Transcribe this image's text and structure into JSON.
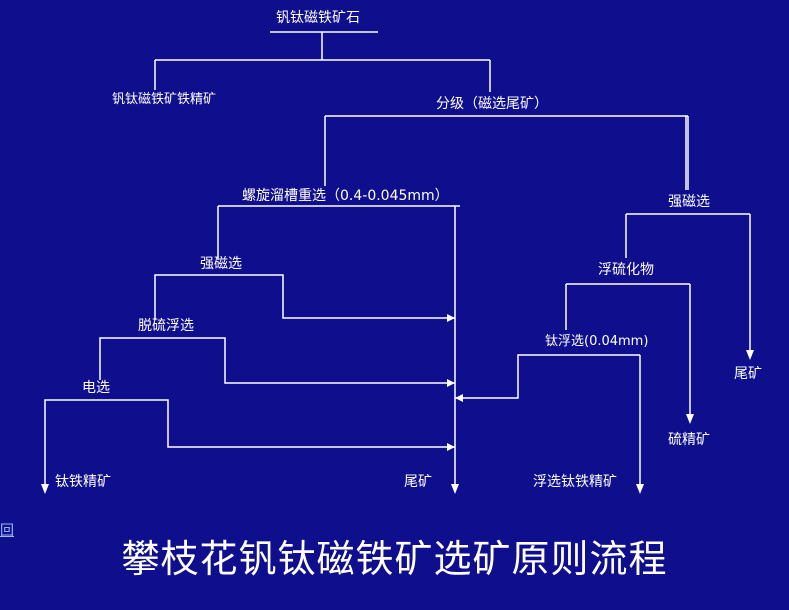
{
  "title": "攀枝花钒钛磁铁矿选矿原则流程",
  "back_link": "回",
  "nodes": {
    "ore": "钒钛磁铁矿石",
    "iron_concentrate": "钒钛磁铁矿铁精矿",
    "classification": "分级（磁选尾矿）",
    "spiral_gravity": "螺旋溜槽重选（0.4-0.045mm）",
    "strong_magnetic": "强磁选",
    "weak_magnetic": "强磁选",
    "flotation_sulfide": "浮硫化物",
    "desulfur_flotation": "脱硫浮选",
    "ti_flotation": "钛浮选(0.04mm)",
    "electrostatic": "电选",
    "tailings_right": "尾矿",
    "sulfur_concentrate": "硫精矿",
    "ti_concentrate": "钛铁精矿",
    "tailings_center": "尾矿",
    "flotation_ti_concentrate": "浮选钛铁精矿"
  },
  "colors": {
    "background": "#0f0f8e",
    "line": "#ffffff",
    "text": "#ffffff",
    "link": "#9db7ff"
  }
}
